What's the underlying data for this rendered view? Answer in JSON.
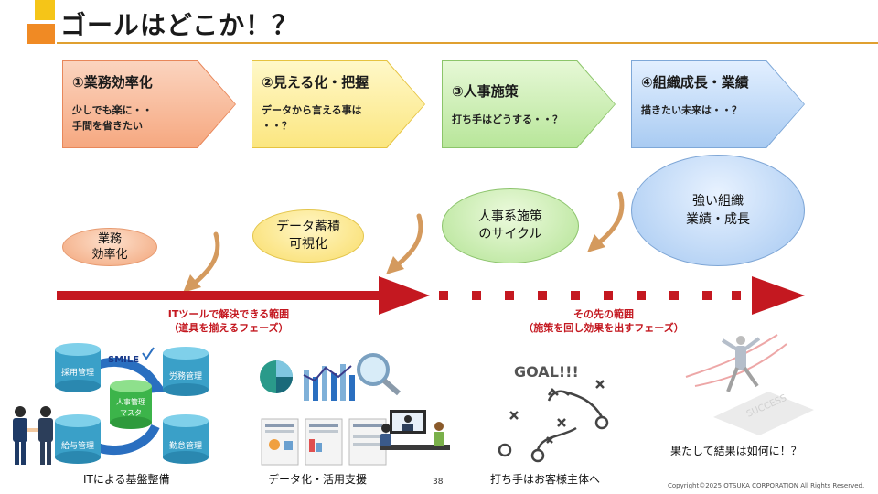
{
  "header": {
    "title": "ゴールはどこか！？"
  },
  "steps": [
    {
      "title": "①業務効率化",
      "desc": "少しでも楽に・・\n手間を省きたい"
    },
    {
      "title": "②見える化・把握",
      "desc": "データから言える事は\n・・？"
    },
    {
      "title": "③人事施策",
      "desc": "打ち手はどうする・・？"
    },
    {
      "title": "④組織成長・業績",
      "desc": "描きたい未来は・・？"
    }
  ],
  "bubbles": [
    {
      "label": "業務\n効率化"
    },
    {
      "label": "データ蓄積\n可視化"
    },
    {
      "label": "人事系施策\nのサイクル"
    },
    {
      "label": "強い組織\n業績・成長"
    }
  ],
  "timeline": {
    "phase1": "ITツールで解決できる範囲\n（道具を揃えるフェーズ）",
    "phase2": "その先の範囲\n（施策を回し効果を出すフェーズ）",
    "arrow_color": "#c41820"
  },
  "illustrations": {
    "cylinders": [
      "採用管理",
      "労務管理",
      "給与管理",
      "勤怠管理"
    ],
    "center_cylinder": "人事管理\nマスタ",
    "brand_text": "SMILE",
    "goal_text": "GOAL!!!",
    "success_text": "SUCCESS"
  },
  "captions": {
    "c1": "ITによる基盤整備",
    "c2": "データ化・活用支援",
    "c3": "打ち手はお客様主体へ",
    "c4": "果たして結果は如何に！？"
  },
  "footer": {
    "page": "38",
    "copyright": "Copyright©2025 OTSUKA CORPORATION All Rights Reserved."
  }
}
